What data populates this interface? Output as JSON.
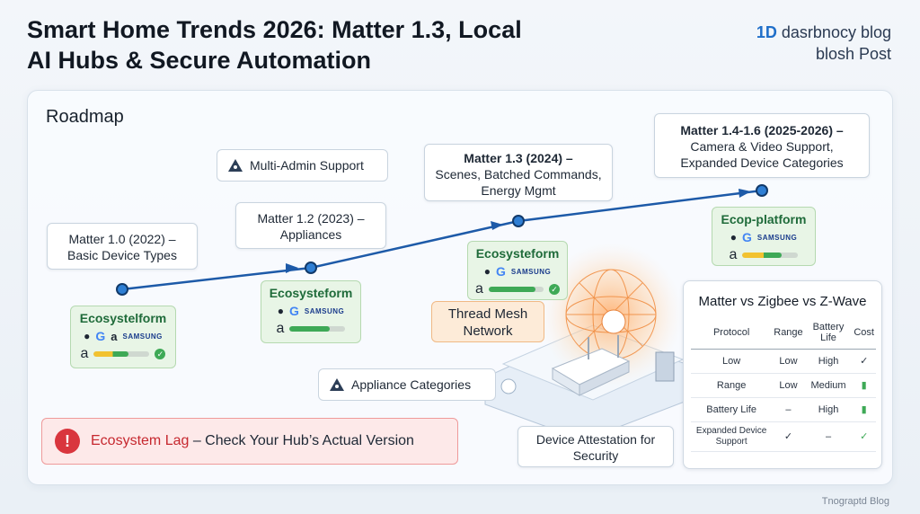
{
  "header": {
    "title_line1": "Smart Home Trends 2026: Matter 1.3, Local",
    "title_line2": "AI Hubs & Secure Automation",
    "brand_accent": "1D",
    "brand_rest": " dasrbnocy blog",
    "brand_line2": "blosh Post"
  },
  "roadmap": {
    "title": "Roadmap",
    "milestones": [
      {
        "head": "Matter 1.0 (2022) –",
        "sub": "Basic Device Types"
      },
      {
        "head": "Matter 1.2 (2023) –",
        "sub": "Appliances"
      },
      {
        "head": "Matter 1.3 (2024) –",
        "sub": "Scenes, Batched Commands,",
        "sub2": "Energy Mgmt"
      },
      {
        "head": "Matter 1.4-1.6 (2025-2026) –",
        "sub": "Camera & Video Support,",
        "sub2": "Expanded Device Categories"
      }
    ],
    "ecosystems": [
      {
        "title": "Ecosystelform",
        "samsung": "SAMSUNG",
        "progress": 0.62
      },
      {
        "title": "Ecosysteform",
        "samsung": "SAMSUNG",
        "progress": 0.72
      },
      {
        "title": "Ecosysteform",
        "samsung": "SAMSUNG",
        "progress": 0.85
      },
      {
        "title": "Ecop-platform",
        "samsung": "SAMSUNG",
        "progress": 0.7
      }
    ],
    "multi_admin": "Multi-Admin Support",
    "appliance_categories": "Appliance Categories",
    "thread_mesh_line1": "Thread Mesh",
    "thread_mesh_line2": "Network",
    "attestation_line1": "Device Attestation for",
    "attestation_line2": "Security"
  },
  "warning": {
    "icon": "!",
    "label_red": "Ecosystem Lag",
    "label_rest": " – Check Your Hub’s Actual Version"
  },
  "comparison": {
    "title": "Matter vs Zigbee vs Z-Wave",
    "columns": [
      "Protocol",
      "Range",
      "Battery Life",
      "Cost"
    ],
    "rows": [
      [
        "Low",
        "Low",
        "High",
        "✓"
      ],
      [
        "Range",
        "Low",
        "Medium",
        "▮"
      ],
      [
        "Battery Life",
        "–",
        "High",
        "▮"
      ],
      [
        "Expanded Device Support",
        "✓",
        "–",
        "✓"
      ]
    ]
  },
  "footer": "Tnograptd Blog",
  "colors": {
    "accent": "#1f6fc9",
    "node": "#2f7fd4",
    "eco_bg": "#e8f5e6",
    "warn_red": "#d9363e"
  }
}
